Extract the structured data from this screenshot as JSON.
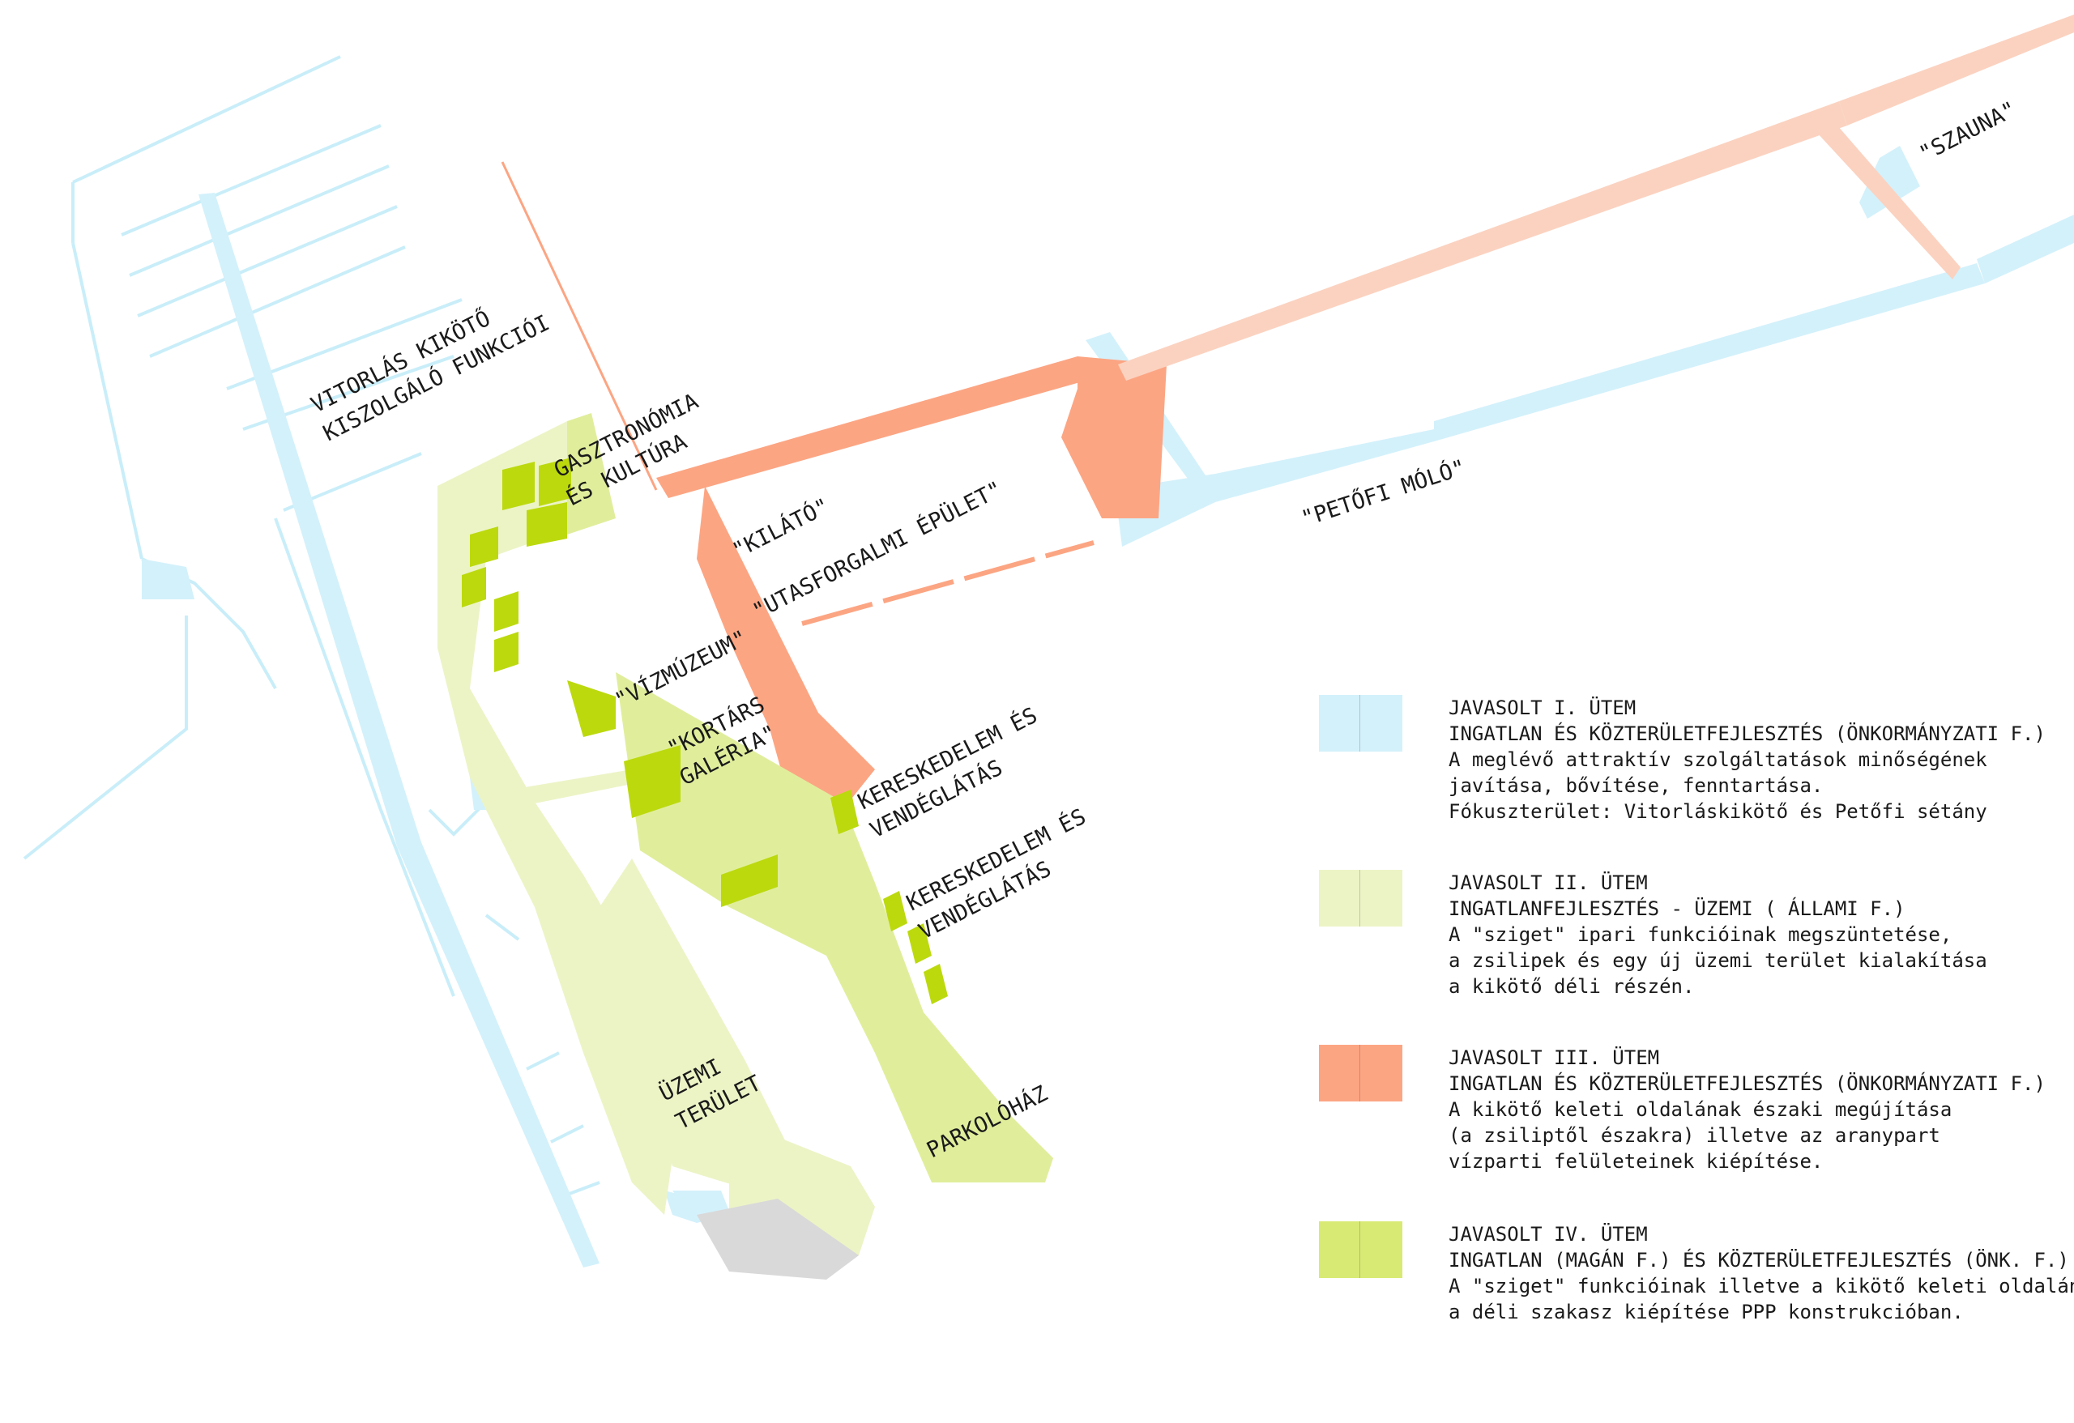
{
  "colors": {
    "phase1": "#d3f1fb",
    "phase2": "#ecf4c6",
    "phase3": "#fca583",
    "phase4": "#d9ea74",
    "phase4_dark": "#bcd90e",
    "phase2_mid": "#e0ee9c",
    "salmon_light": "#fbd2c0",
    "gray": "#d9d9d9",
    "water_line": "#c9eef9"
  },
  "labels": {
    "vitorlas_1": "VITORLÁS KIKÖTŐ",
    "vitorlas_2": "KISZOLGÁLÓ FUNKCIÓI",
    "gasztro_1": "GASZTRONÓMIA",
    "gasztro_2": "ÉS KULTÚRA",
    "kilato": "\"KILÁTÓ\"",
    "utasforgalmi": "\"UTASFORGALMI ÉPÜLET\"",
    "vizmuzeum": "\"VÍZMÚZEUM\"",
    "kortars_1": "\"KORTÁRS",
    "kortars_2": "GALÉRIA\"",
    "keresk1_1": "KERESKEDELEM ÉS",
    "keresk1_2": "VENDÉGLÁTÁS",
    "keresk2_1": "KERESKEDELEM ÉS",
    "keresk2_2": "VENDÉGLÁTÁS",
    "uzemi_1": "ÜZEMI",
    "uzemi_2": "TERÜLET",
    "parkolohaz": "PARKOLÓHÁZ",
    "petofi": "\"PETŐFI MÓLÓ\"",
    "szauna": "\"SZAUNA\""
  },
  "legend": [
    {
      "color_key": "phase1",
      "lines": [
        "JAVASOLT I. ÜTEM",
        "INGATLAN ÉS KÖZTERÜLETFEJLESZTÉS (ÖNKORMÁNYZATI F.)",
        "A meglévő attraktív szolgáltatások minőségének",
        "javítása, bővítése, fenntartása.",
        "Fókuszterület: Vitorláskikötő és Petőfi sétány"
      ]
    },
    {
      "color_key": "phase2",
      "lines": [
        "JAVASOLT II. ÜTEM",
        "INGATLANFEJLESZTÉS - ÜZEMI ( ÁLLAMI F.)",
        "A \"sziget\" ipari funkcióinak megszüntetése,",
        "a zsilipek és egy új üzemi terület kialakítása",
        "a kikötő déli részén."
      ]
    },
    {
      "color_key": "phase3",
      "lines": [
        "JAVASOLT III. ÜTEM",
        "INGATLAN ÉS KÖZTERÜLETFEJLESZTÉS (ÖNKORMÁNYZATI F.)",
        "A kikötő keleti oldalának északi megújítása",
        "(a zsiliptől északra) illetve az aranypart",
        "vízparti felületeinek kiépítése."
      ]
    },
    {
      "color_key": "phase4",
      "lines": [
        "JAVASOLT IV. ÜTEM",
        "INGATLAN (MAGÁN F.) ÉS KÖZTERÜLETFEJLESZTÉS (ÖNK. F.)",
        "A \"sziget\" funkcióinak  illetve a kikötő keleti oldalán",
        "a déli szakasz kiépítése PPP konstrukcióban."
      ]
    }
  ]
}
